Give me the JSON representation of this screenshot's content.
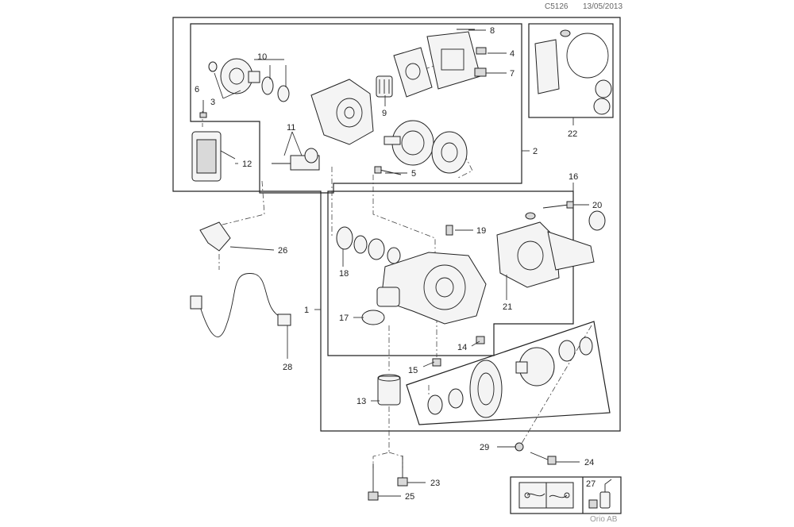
{
  "header": {
    "code": "C5126",
    "date": "13/05/2013"
  },
  "footer": {
    "brand": "Orio AB"
  },
  "callouts": {
    "c1": "1",
    "c2": "2",
    "c3": "3",
    "c4": "4",
    "c5": "5",
    "c6": "6",
    "c7": "7",
    "c8": "8",
    "c9": "9",
    "c10": "10",
    "c11": "11",
    "c12": "12",
    "c13": "13",
    "c14": "14",
    "c15": "15",
    "c16": "16",
    "c17": "17",
    "c18": "18",
    "c19": "19",
    "c20": "20",
    "c21": "21",
    "c22": "22",
    "c23": "23",
    "c24": "24",
    "c25": "25",
    "c26": "26",
    "c27": "27",
    "c28": "28",
    "c29": "29"
  },
  "icons": {
    "manual": "manual-book-icon",
    "lubricant": "lubricant-icon"
  }
}
